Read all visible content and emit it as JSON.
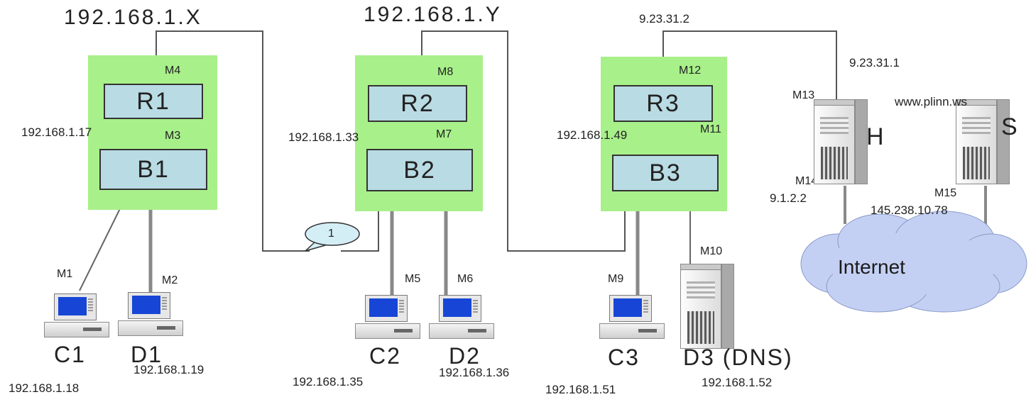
{
  "subnets": {
    "x": "192.168.1.X",
    "y": "192.168.1.Y",
    "wan": "9.23.31.2"
  },
  "routers": {
    "r1": "R1",
    "r2": "R2",
    "r3": "R3"
  },
  "bridges": {
    "b1": "B1",
    "b2": "B2",
    "b3": "B3"
  },
  "macs": {
    "m1": "M1",
    "m2": "M2",
    "m3": "M3",
    "m4": "M4",
    "m5": "M5",
    "m6": "M6",
    "m7": "M7",
    "m8": "M8",
    "m9": "M9",
    "m10": "M10",
    "m11": "M11",
    "m12": "M12",
    "m13": "M13",
    "m14": "M14",
    "m15": "M15"
  },
  "router_ips": {
    "r1": "192.168.1.17",
    "r2": "192.168.1.33",
    "r3": "192.168.1.49"
  },
  "hosts": {
    "c1": {
      "name": "C1",
      "ip": "192.168.1.18"
    },
    "d1": {
      "name": "D1",
      "ip": "192.168.1.19"
    },
    "c2": {
      "name": "C2",
      "ip": "192.168.1.35"
    },
    "d2": {
      "name": "D2",
      "ip": "192.168.1.36"
    },
    "c3": {
      "name": "C3",
      "ip": "192.168.1.51"
    },
    "d3": {
      "name": "D3 (DNS)",
      "ip": "192.168.1.52"
    }
  },
  "gateway": {
    "name": "H",
    "ip_upper": "9.23.31.1",
    "ip_lower": "9.1.2.2"
  },
  "server": {
    "name": "S",
    "url": "www.plinn.ws",
    "ip": "145.238.10.78"
  },
  "cloud": {
    "label": "Internet"
  },
  "callout": {
    "label": "1"
  },
  "colors": {
    "zone": "#a8f08a",
    "device": "#b9dbe3",
    "cloud": "#c4d0f3",
    "screen": "#1746d6"
  }
}
